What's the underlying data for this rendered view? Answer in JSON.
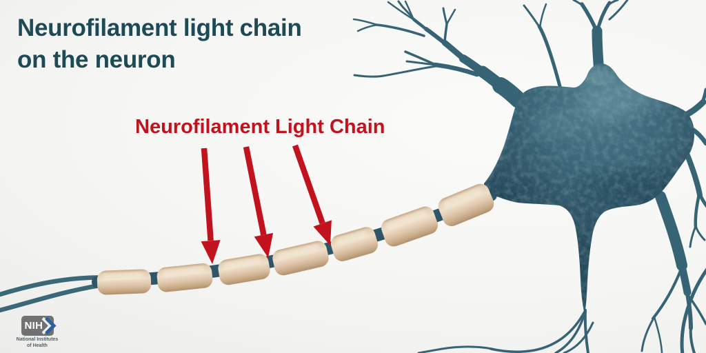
{
  "title": {
    "line1": "Neurofilament light chain",
    "line2": "on the neuron"
  },
  "annotation": {
    "label": "Neurofilament Light Chain",
    "arrow_count": 3
  },
  "diagram": {
    "subject": "neuron",
    "myelin_segment_count": 7
  },
  "logo": {
    "acronym": "NIH",
    "org_line1": "National Institutes",
    "org_line2": "of Health"
  },
  "colors": {
    "background": "#f2f2f0",
    "title_text": "#1e4a56",
    "annotation_red": "#c2121e",
    "neuron_teal": "#3c6b7e",
    "neuron_dark": "#2a4a5c",
    "myelin_tan": "#e3cbb0",
    "node_teal": "#2d5769",
    "logo_gray": "#717171",
    "logo_blue": "#2b5f9e"
  }
}
